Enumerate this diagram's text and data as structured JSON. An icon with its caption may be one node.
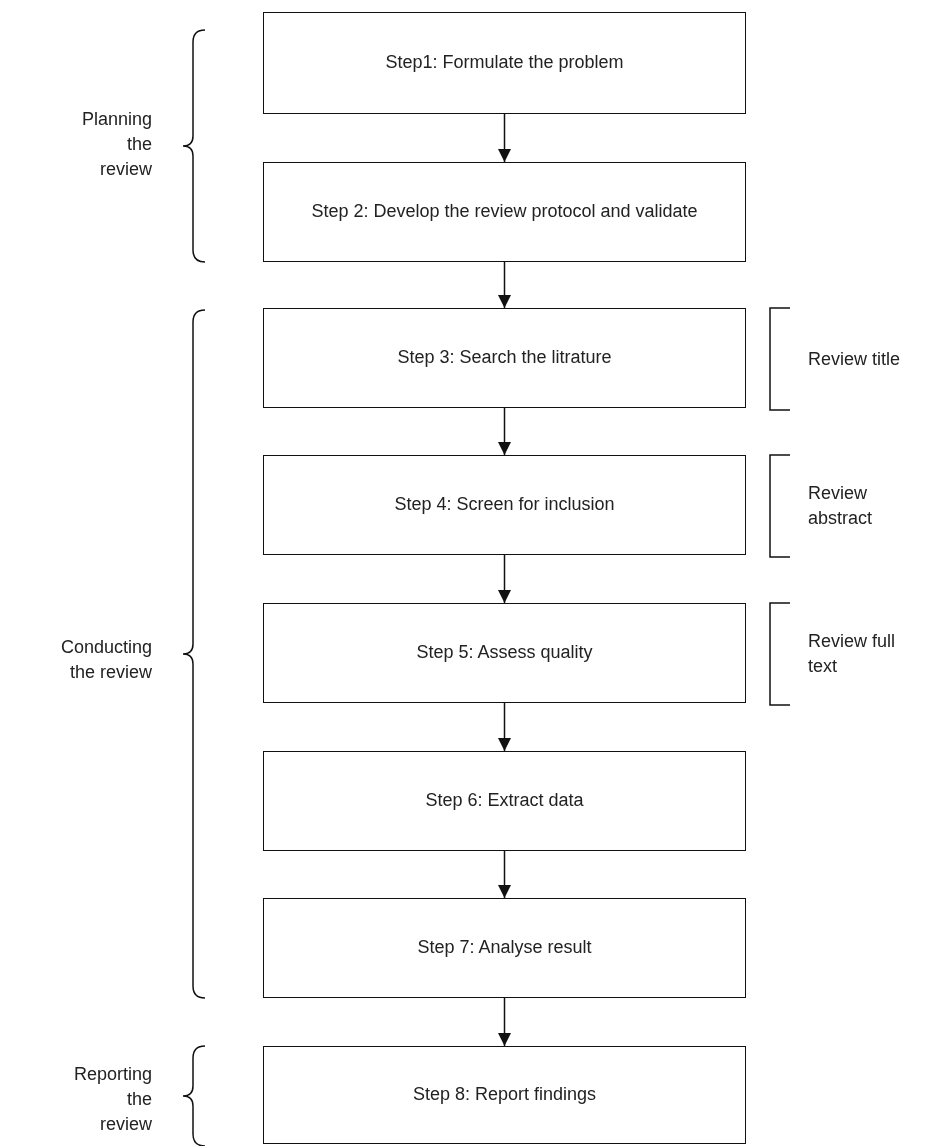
{
  "diagram": {
    "nodes": [
      {
        "text": [
          "Step1: Formulate the problem"
        ]
      },
      {
        "text": [
          "Step 2: Develop the review protocol and validate"
        ]
      },
      {
        "text": [
          "Step 3: Search the litrature"
        ]
      },
      {
        "text": [
          "Step 4: Screen for inclusion"
        ]
      },
      {
        "text": [
          "Step 5: Assess quality"
        ]
      },
      {
        "text": [
          "Step 6: Extract data"
        ]
      },
      {
        "text": [
          "Step 7: Analyse result"
        ]
      },
      {
        "text": [
          "Step 8: Report findings"
        ]
      }
    ],
    "edges": [
      {
        "from": 0,
        "to": 1,
        "arrow": "to"
      },
      {
        "from": 1,
        "to": 2,
        "arrow": "to"
      },
      {
        "from": 2,
        "to": 3,
        "arrow": "to"
      },
      {
        "from": 3,
        "to": 4,
        "arrow": "to"
      },
      {
        "from": 4,
        "to": 5,
        "arrow": "to"
      },
      {
        "from": 5,
        "to": 6,
        "arrow": "to"
      },
      {
        "from": 6,
        "to": 7,
        "arrow": "to"
      }
    ],
    "labels": [
      "Planning the review",
      "Review title",
      "Review abstract",
      "Review full text",
      "Conducting the review",
      "Reporting the review"
    ]
  }
}
